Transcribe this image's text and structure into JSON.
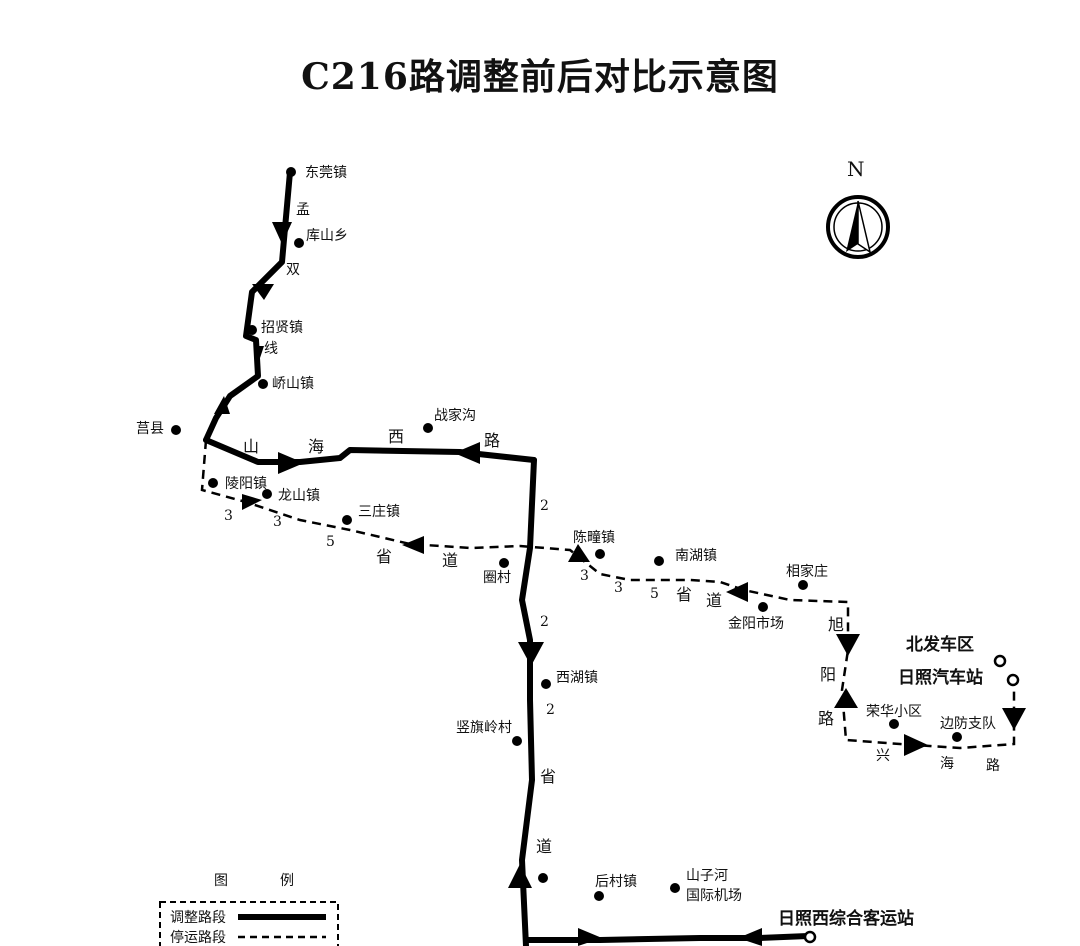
{
  "title": "C216路调整前后对比示意图",
  "compass": {
    "label": "N"
  },
  "stops": {
    "dongguan": "东莞镇",
    "kushan": "库山乡",
    "zhaoxian": "招贤镇",
    "qiaoshan": "峤山镇",
    "juxian": "莒县",
    "lingyang": "陵阳镇",
    "longshan": "龙山镇",
    "sanzhuang": "三庄镇",
    "zhanjiagou": "战家沟",
    "chenshu": "陈疃镇",
    "quancun": "圈村",
    "nanhu": "南湖镇",
    "xiangjiazhuang": "相家庄",
    "jinyang": "金阳市场",
    "xihu": "西湖镇",
    "shuqiling": "竖旗岭村",
    "houcun": "后村镇",
    "shanzihe_1": "山子河",
    "shanzihe_2": "国际机场",
    "rongshua": "荣华小区",
    "bianfang": "边防支队"
  },
  "terminals": {
    "beifa": "北发车区",
    "rizhao_station": "日照汽车站",
    "rizhao_west": "日照西综合客运站"
  },
  "road_labels": {
    "meng": "孟",
    "shuang": "双",
    "xian": "线",
    "shan": "山",
    "hai": "海",
    "xi": "西",
    "lu": "路",
    "d2a": "2",
    "d2b": "2",
    "d2c": "2",
    "sheng1": "省",
    "dao1": "道",
    "s335a_3": "3",
    "s335a_3b": "3",
    "s335a_5": "5",
    "s335a_sheng": "省",
    "s335a_dao": "道",
    "s335b_3": "3",
    "s335b_3b": "3",
    "s335b_5": "5",
    "s335b_sheng": "省",
    "s335b_dao": "道",
    "xu": "旭",
    "yang": "阳",
    "lu2": "路",
    "xing": "兴",
    "hai2": "海",
    "lu3": "路"
  },
  "legend": {
    "title_1": "图",
    "title_2": "例",
    "adjusted": "调整路段",
    "suspended": "停运路段"
  }
}
